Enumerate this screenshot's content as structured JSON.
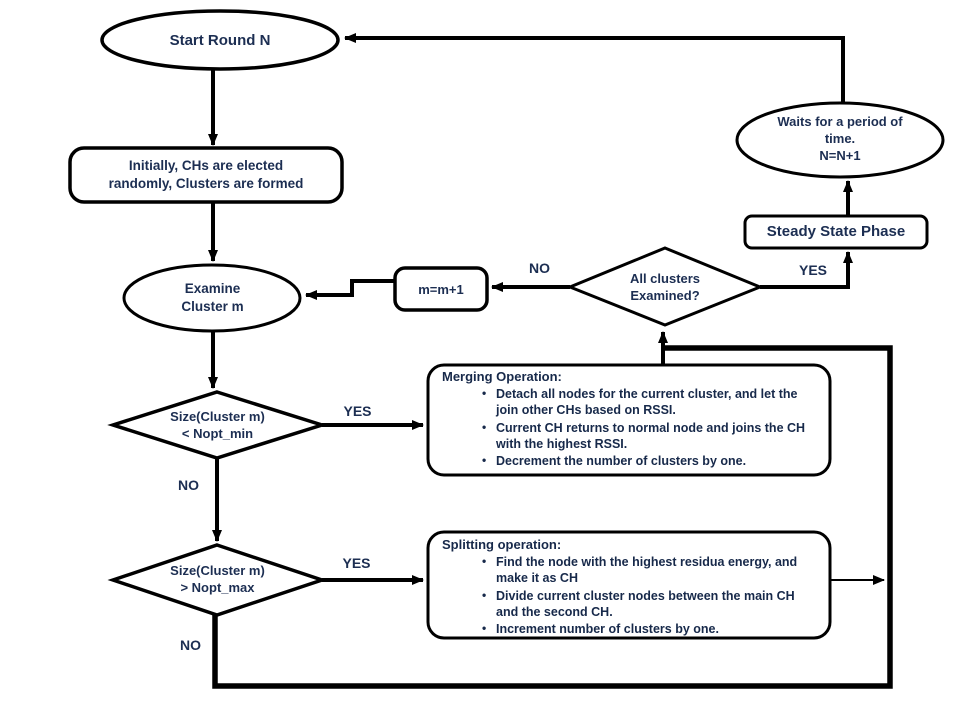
{
  "diagram": {
    "nodes": {
      "start": {
        "label": "Start Round N"
      },
      "init": {
        "line1": "Initially, CHs are elected",
        "line2": "randomly, Clusters are formed"
      },
      "examine": {
        "line1": "Examine",
        "line2": "Cluster m"
      },
      "size_min": {
        "line1": "Size(Cluster m)",
        "line2": "< Nopt_min"
      },
      "size_max": {
        "line1": "Size(Cluster m)",
        "line2": "> Nopt_max"
      },
      "m_increment": {
        "label": "m=m+1"
      },
      "all_clusters": {
        "line1": "All clusters",
        "line2": "Examined?"
      },
      "steady": {
        "label": "Steady State Phase"
      },
      "waits": {
        "line1": "Waits for a period of",
        "line2": "time.",
        "line3": "N=N+1"
      },
      "merging": {
        "title": "Merging Operation:",
        "bullets": [
          "Detach all nodes for the current cluster, and let the join other CHs based on RSSI.",
          "Current CH returns to normal node and joins the CH with the highest RSSI.",
          "Decrement the number of clusters by one."
        ]
      },
      "splitting": {
        "title": "Splitting operation:",
        "bullets": [
          "Find the node with the highest residua energy, and make it as CH",
          "Divide current cluster nodes between the main CH and the second CH.",
          "Increment number of clusters by one."
        ]
      }
    },
    "edge_labels": {
      "yes": "YES",
      "no": "NO"
    },
    "bullet_glyph": "•",
    "colors": {
      "text": "#1c2e52",
      "line": "#000000",
      "background": "#ffffff"
    }
  }
}
